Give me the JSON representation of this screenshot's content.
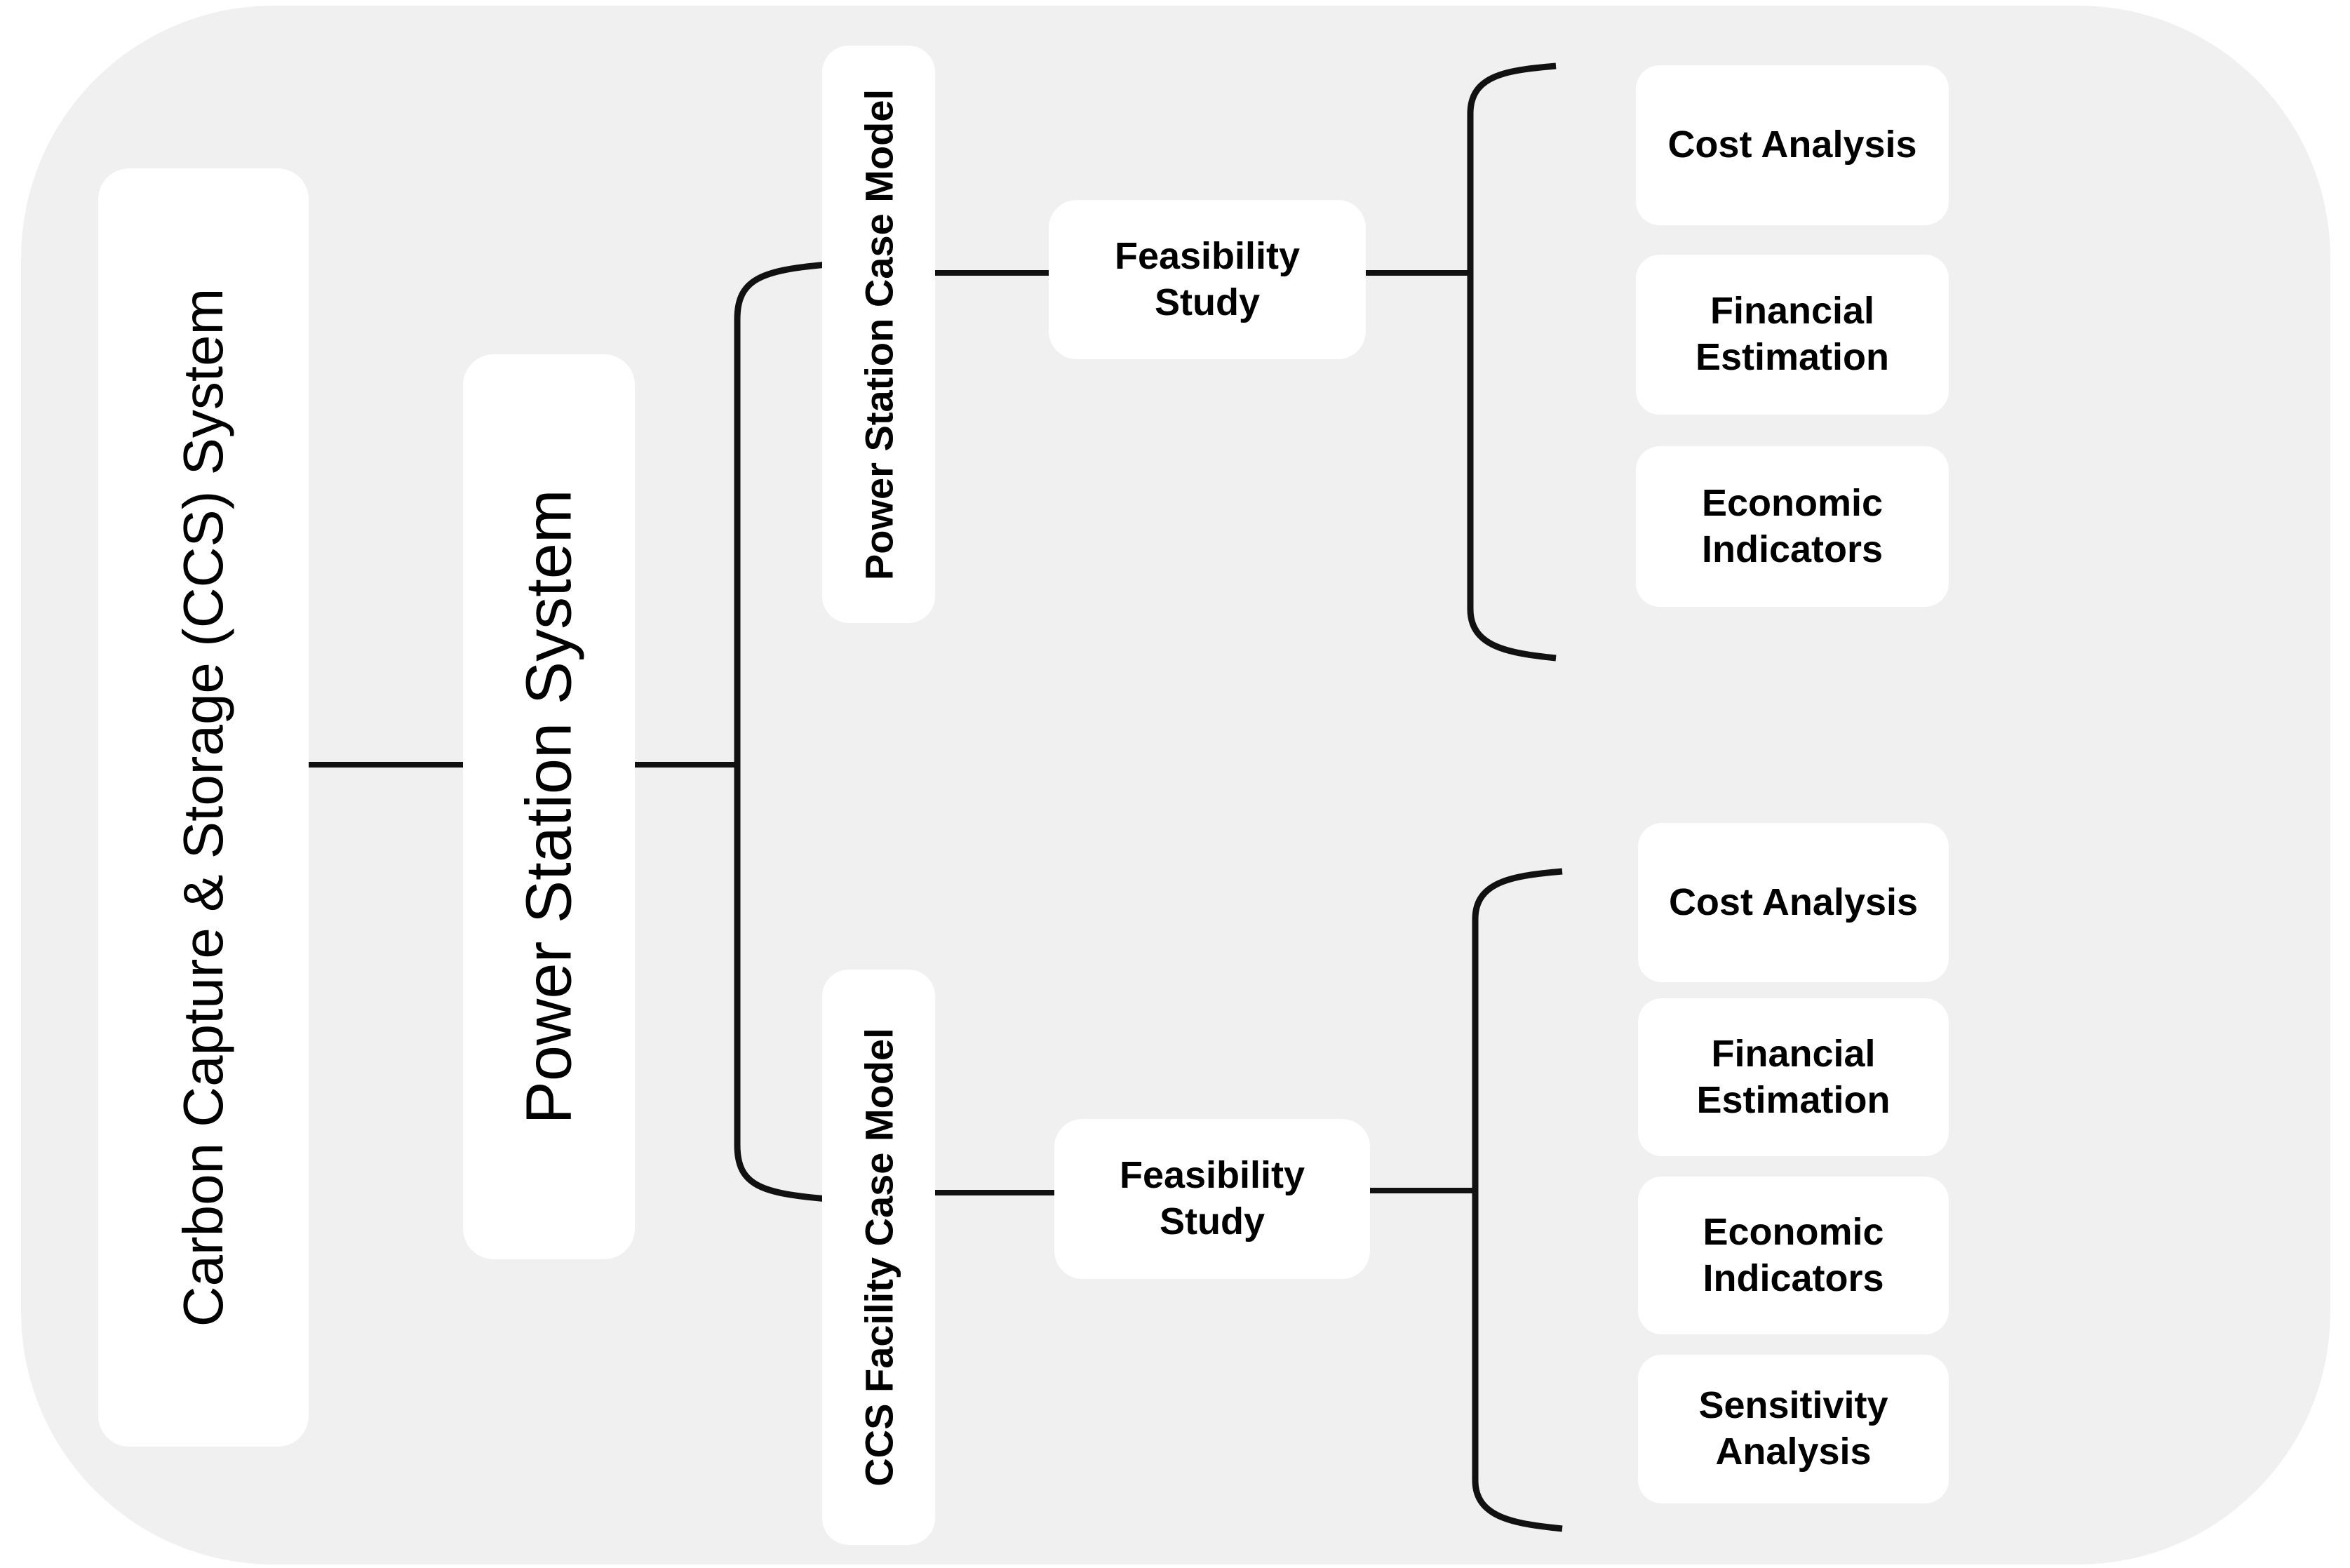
{
  "nodes": {
    "root": "Carbon Capture & Storage (CCS) System",
    "system": "Power Station System",
    "branch_top": {
      "model": "Power Station Case Model",
      "study": "Feasibility Study",
      "leaves": [
        "Cost Analysis",
        "Financial Estimation",
        "Economic Indicators"
      ]
    },
    "branch_bottom": {
      "model": "CCS Facility Case Model",
      "study": "Feasibility Study",
      "leaves": [
        "Cost Analysis",
        "Financial Estimation",
        "Economic Indicators",
        "Sensitivity Analysis"
      ]
    }
  },
  "colors": {
    "canvas": "#ffffff",
    "panel": "#f0f0f0",
    "node_background": "#ffffff",
    "text": "#000000",
    "line": "#111111"
  }
}
